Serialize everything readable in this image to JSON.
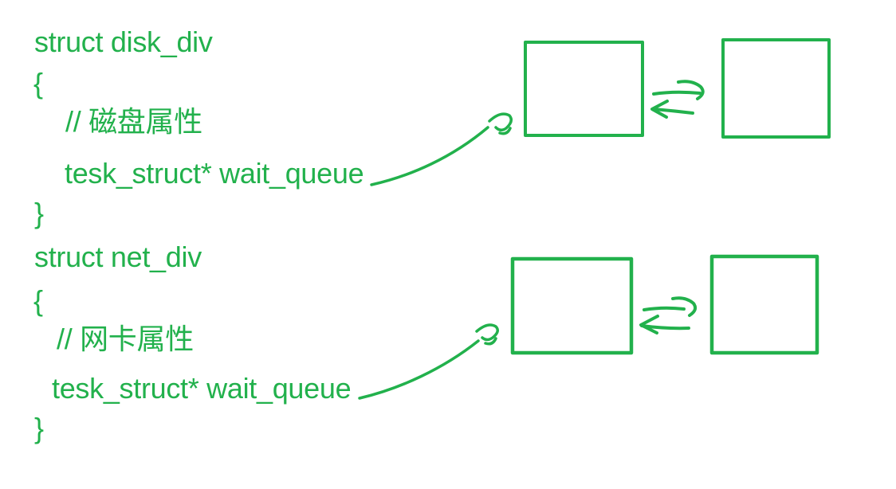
{
  "colors": {
    "ink": "#22B14C",
    "background": "#FFFFFF"
  },
  "structs": [
    {
      "declaration": "struct disk_div",
      "brace_open": "{",
      "comment": "// 磁盘属性",
      "member": "tesk_struct* wait_queue",
      "brace_close": "}",
      "figure": {
        "node_boxes": 2,
        "node_link": "bidirectional arrows",
        "pointer": "wait_queue points to first node box"
      }
    },
    {
      "declaration": "struct net_div",
      "brace_open": "{",
      "comment": "// 网卡属性",
      "member": "tesk_struct* wait_queue",
      "brace_close": "}",
      "figure": {
        "node_boxes": 2,
        "node_link": "bidirectional arrows",
        "pointer": "wait_queue points to first node box"
      }
    }
  ]
}
